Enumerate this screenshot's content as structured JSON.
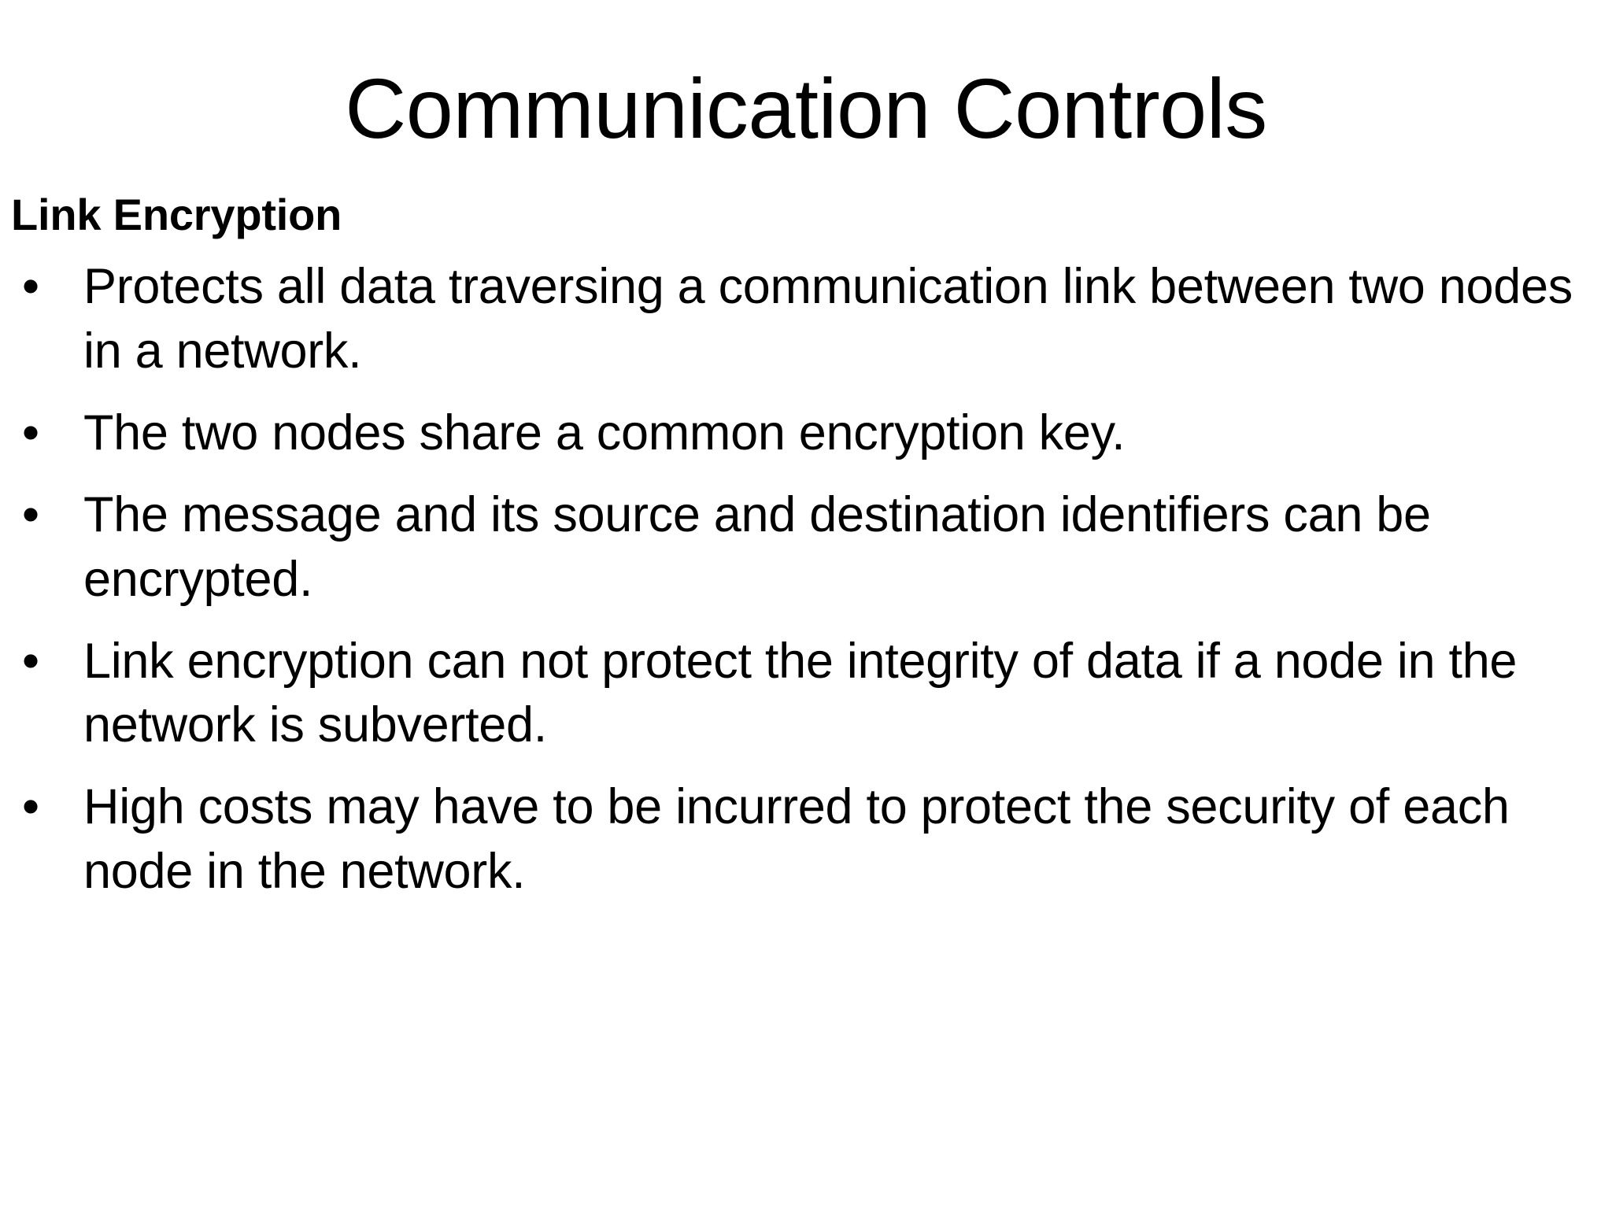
{
  "slide": {
    "title": "Communication Controls",
    "background_color": "#FFFFFF",
    "text_color": "#000000",
    "section_heading": "Link Encryption",
    "bullet_marker": "•",
    "bullets": [
      {
        "text": "Protects all data traversing a communication link between two nodes in a network."
      },
      {
        "text": "The two nodes share a common encryption key."
      },
      {
        "text": "The message and its source and destination identifiers can be encrypted."
      },
      {
        "text": "Link encryption can not protect the integrity of data if a node in the network is subverted."
      },
      {
        "text": "High costs may have to be incurred to protect the security of each node in the network."
      }
    ]
  }
}
